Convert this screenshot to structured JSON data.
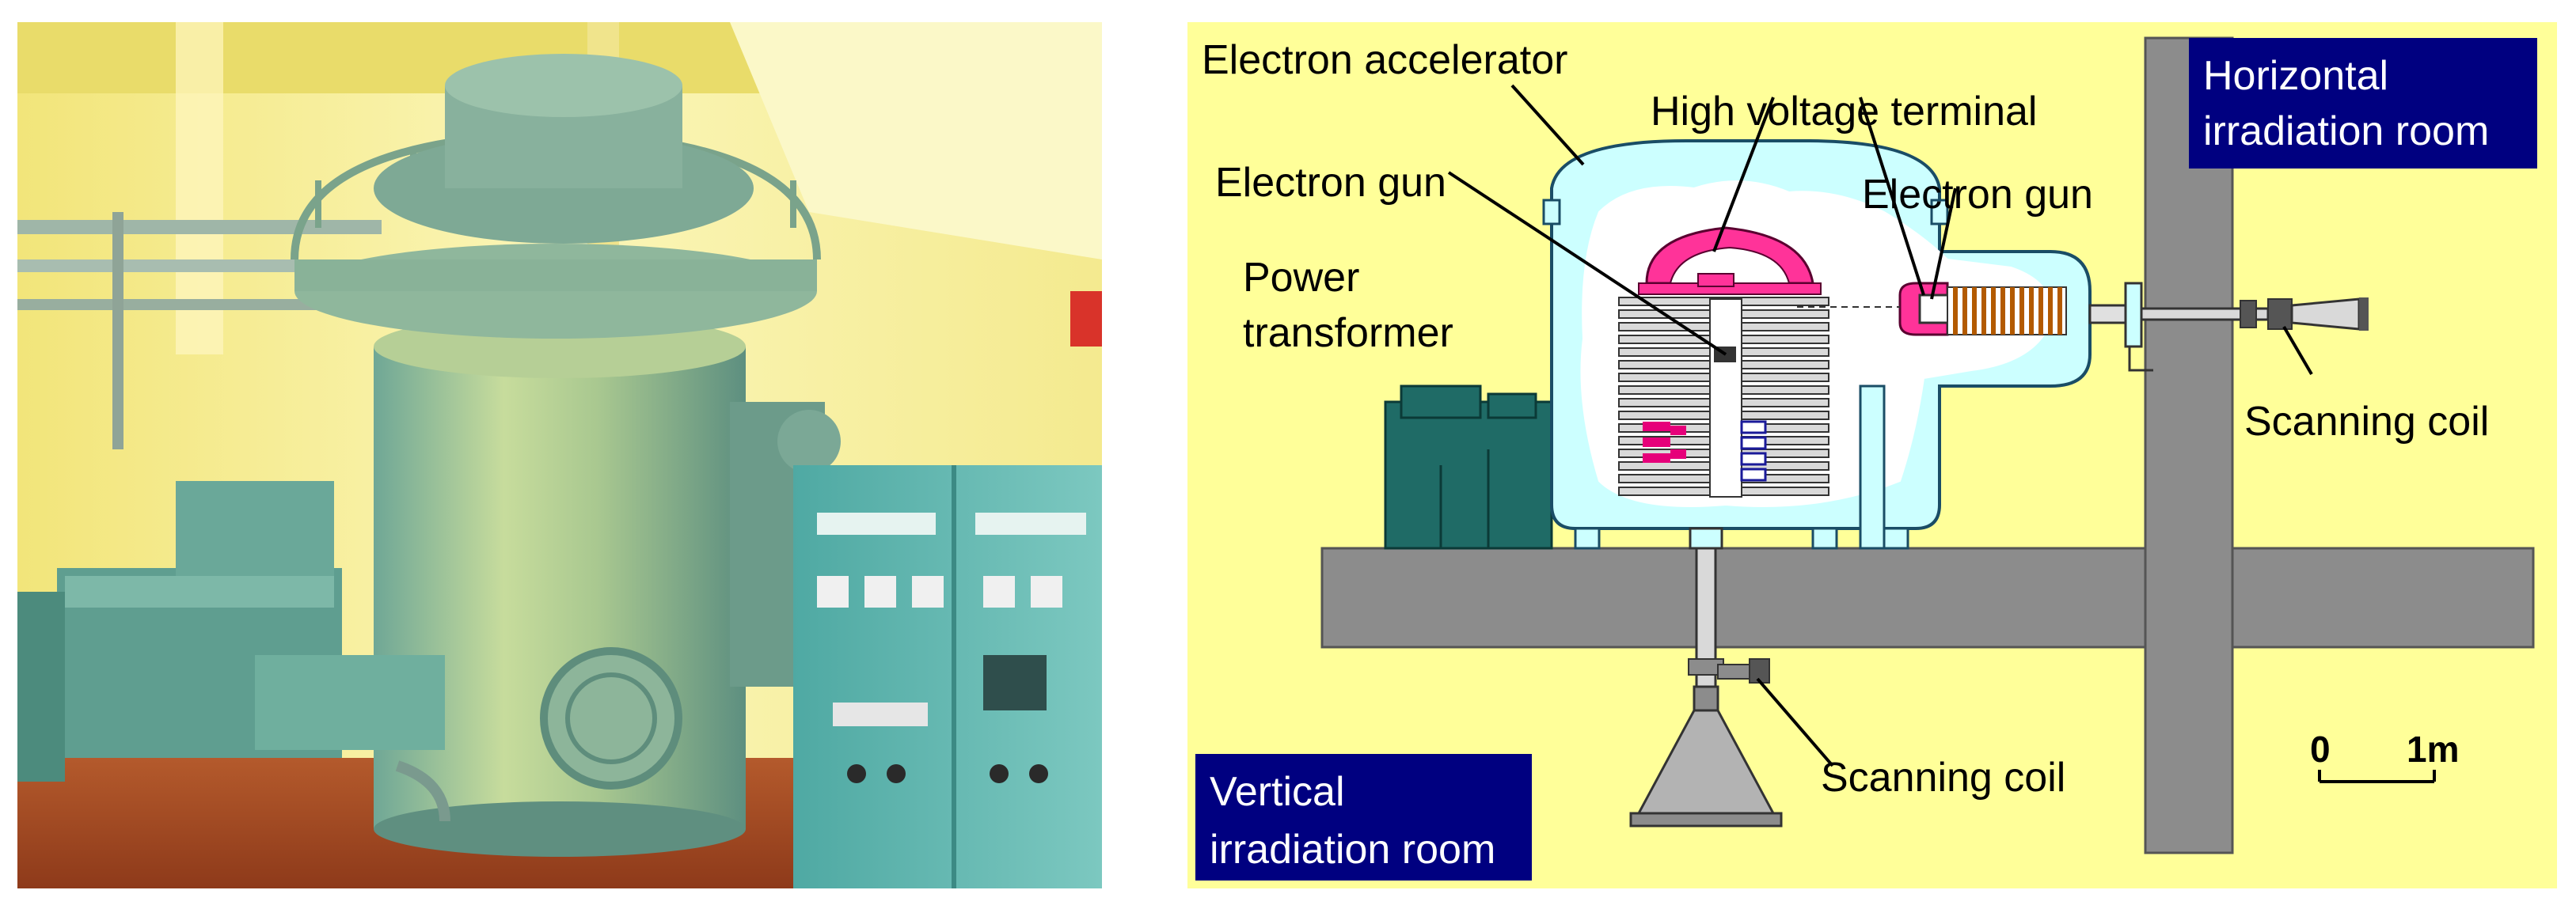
{
  "colors": {
    "panel_background": "#ffff99",
    "vessel": "#ccffff",
    "terminal": "#ff3399",
    "room_label_bg": "#000080",
    "floor_wall": "#8c8c8c",
    "transformer": "#1f6b66"
  },
  "diagram": {
    "labels": {
      "electron_accelerator": "Electron accelerator",
      "high_voltage_terminal": "High voltage terminal",
      "electron_gun_left": "Electron gun",
      "electron_gun_right": "Electron gun",
      "power_transformer_line1": "Power",
      "power_transformer_line2": "transformer",
      "scanning_coil_horizontal": "Scanning coil",
      "scanning_coil_vertical": "Scanning coil"
    },
    "rooms": {
      "horizontal_line1": "Horizontal",
      "horizontal_line2": "irradiation room",
      "vertical_line1": "Vertical",
      "vertical_line2": "irradiation room"
    },
    "scale": {
      "zero": "0",
      "one": "1m"
    }
  }
}
